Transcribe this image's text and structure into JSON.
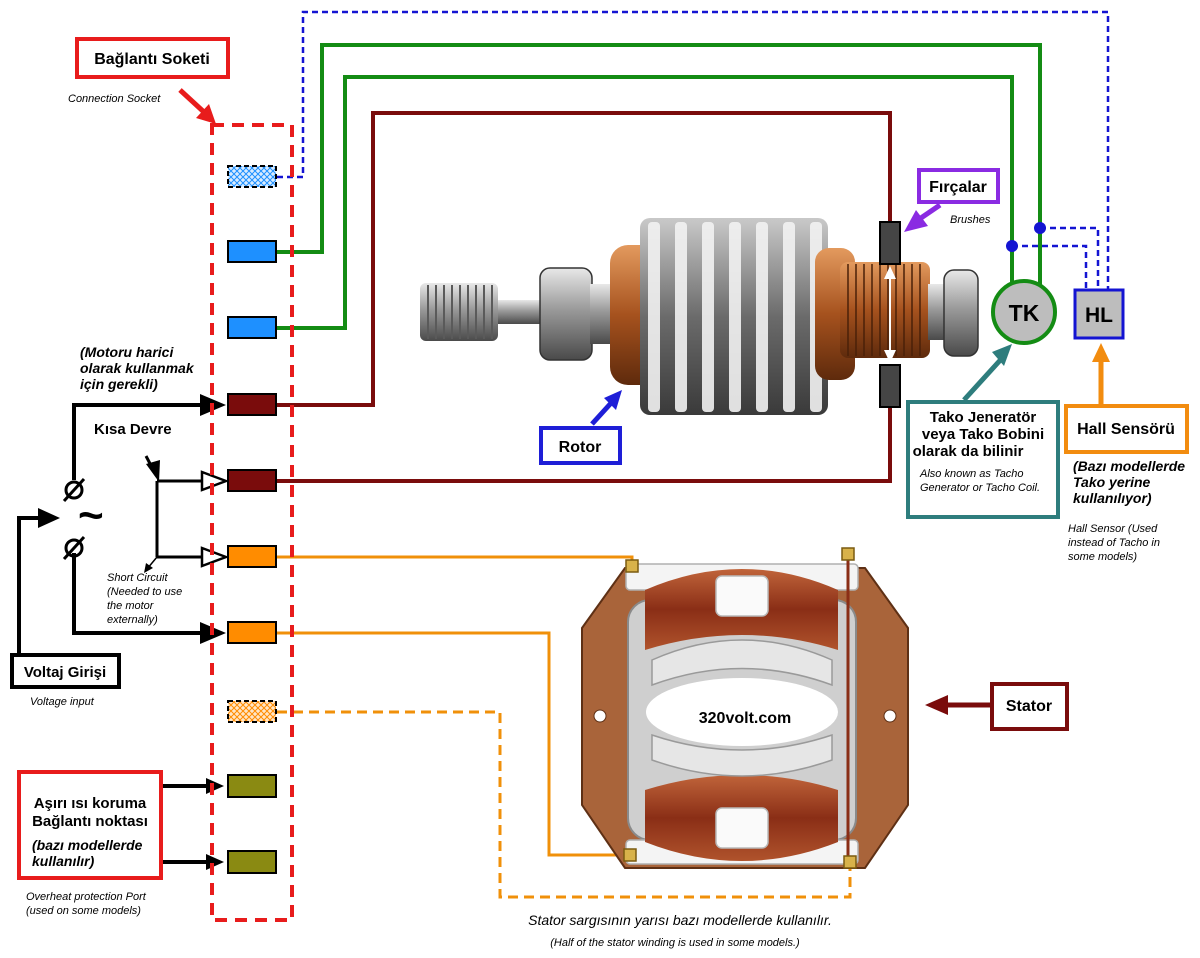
{
  "labels": {
    "socket_title": "Bağlantı Soketi",
    "socket_sub": "Connection Socket",
    "brushes_title": "Fırçalar",
    "brushes_sub": "Brushes",
    "rotor": "Rotor",
    "tk": "TK",
    "hl": "HL",
    "tako_l1": "Tako Jeneratör",
    "tako_l2": "veya Tako Bobini",
    "tako_l3": "olarak da bilinir",
    "tako_sub1": "Also known as Tacho",
    "tako_sub2": "Generator or Tacho Coil.",
    "hall_title": "Hall Sensörü",
    "hall_i1": "(Bazı modellerde",
    "hall_i2": "Tako yerine",
    "hall_i3": "kullanılıyor)",
    "hall_sub1": "Hall Sensor (Used",
    "hall_sub2": "instead of Tacho in",
    "hall_sub3": "some models)",
    "motor_i1": "(Motoru harici",
    "motor_i2": "olarak kullanmak",
    "motor_i3": "için gerekli)",
    "kisa_devre": "Kısa Devre",
    "short_sub1": "Short Circuit",
    "short_sub2": "(Needed to use",
    "short_sub3": "the motor",
    "short_sub4": "externally)",
    "voltage_title": "Voltaj Girişi",
    "voltage_sub": "Voltage input",
    "ac_symbol": "~",
    "overheat_l1": "Aşırı ısı koruma",
    "overheat_l2": "Bağlantı noktası",
    "overheat_i1": "(bazı modellerde",
    "overheat_i2": "kullanılır)",
    "overheat_sub1": "Overheat protection Port",
    "overheat_sub2": "(used on some models)",
    "stator": "Stator",
    "watermark": "320volt.com",
    "stator_note": "Stator sargısının yarısı bazı modellerde kullanılır.",
    "stator_note_sub": "(Half of the stator winding is used in some models.)"
  },
  "colors": {
    "socket_border": "#e81c1c",
    "blue_pin": "#1e90ff",
    "brown_pin": "#7a0c0c",
    "orange_pin": "#ff8c00",
    "olive_pin": "#8a8a12",
    "green_wire": "#148c14",
    "blue_dash": "#1414d2",
    "orange_wire": "#f0900a",
    "rotor_box": "#1e1ed7",
    "brush_box": "#8a2be2",
    "tk_border": "#2e7d7d",
    "hall_box": "#f28c0f",
    "stator_box": "#7a0c0c",
    "copper": "#b5562a"
  },
  "icons": {
    "tk": "tacho-generator-circle-icon",
    "hl": "hall-sensor-square-icon",
    "switch": "switch-contact-icon",
    "ac": "ac-source-icon"
  }
}
